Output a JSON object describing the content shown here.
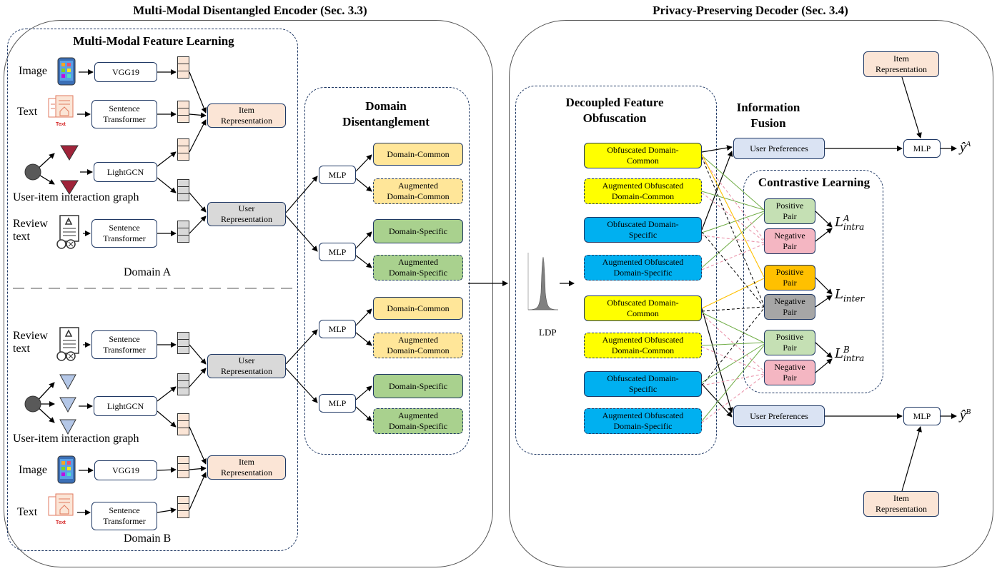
{
  "encoder": {
    "title": "Multi-Modal Disentangled Encoder (Sec. 3.3)",
    "feature_learning_title": "Multi-Modal Feature Learning",
    "domain_a": "Domain A",
    "domain_b": "Domain B",
    "labels": {
      "image": "Image",
      "text": "Text",
      "graph": "User-item interaction graph",
      "review": "Review\ntext"
    },
    "modules": {
      "vgg": "VGG19",
      "sentence": "Sentence\nTransformer",
      "lightgcn": "LightGCN",
      "item_rep": "Item\nRepresentation",
      "user_rep": "User\nRepresentation"
    },
    "disentangle": {
      "title": "Domain\nDisentanglement",
      "mlp": "MLP",
      "common": "Domain-Common",
      "aug_common": "Augmented\nDomain-Common",
      "specific": "Domain-Specific",
      "aug_specific": "Augmented\nDomain-Specific"
    }
  },
  "decoder": {
    "title": "Privacy-Preserving Decoder (Sec. 3.4)",
    "obf_title": "Decoupled Feature\nObfuscation",
    "ldp": "LDP",
    "obf_common": "Obfuscated Domain-\nCommon",
    "aug_obf_common": "Augmented Obfuscated\nDomain-Common",
    "obf_specific": "Obfuscated Domain-\nSpecific",
    "aug_obf_specific": "Augmented Obfuscated\nDomain-Specific",
    "fusion_title": "Information\nFusion",
    "user_pref": "User Preferences",
    "item_rep": "Item\nRepresentation",
    "mlp": "MLP",
    "y_a": "ŷ",
    "y_a_sup": "A",
    "y_b": "ŷ",
    "y_b_sup": "B",
    "contrastive_title": "Contrastive Learning",
    "positive": "Positive\nPair",
    "negative": "Negative\nPair",
    "loss_intra_a": "L",
    "loss_intra_a_sup": "A",
    "loss_intra_a_sub": "intra",
    "loss_inter": "L",
    "loss_inter_sub": "inter",
    "loss_intra_b": "L",
    "loss_intra_b_sup": "B",
    "loss_intra_b_sub": "intra"
  },
  "colors": {
    "item_fill": "#fbe5d6",
    "user_fill": "#d9d9d9",
    "common_fill": "#ffe699",
    "specific_fill": "#a9d18e",
    "obf_common_fill": "#ffff00",
    "obf_specific_fill": "#00b0f0",
    "pref_fill": "#dae3f3",
    "positive_fill": "#c5e0b4",
    "negative_fill": "#f4b6c2",
    "inter_pos_fill": "#ffc000",
    "inter_neg_fill": "#a6a6a6",
    "outline": "#1f3864"
  },
  "icons": [
    "phone-image-icon",
    "text-document-icon",
    "user-node-icon",
    "item-node-icon",
    "review-document-icon",
    "ldp-distribution-icon"
  ]
}
